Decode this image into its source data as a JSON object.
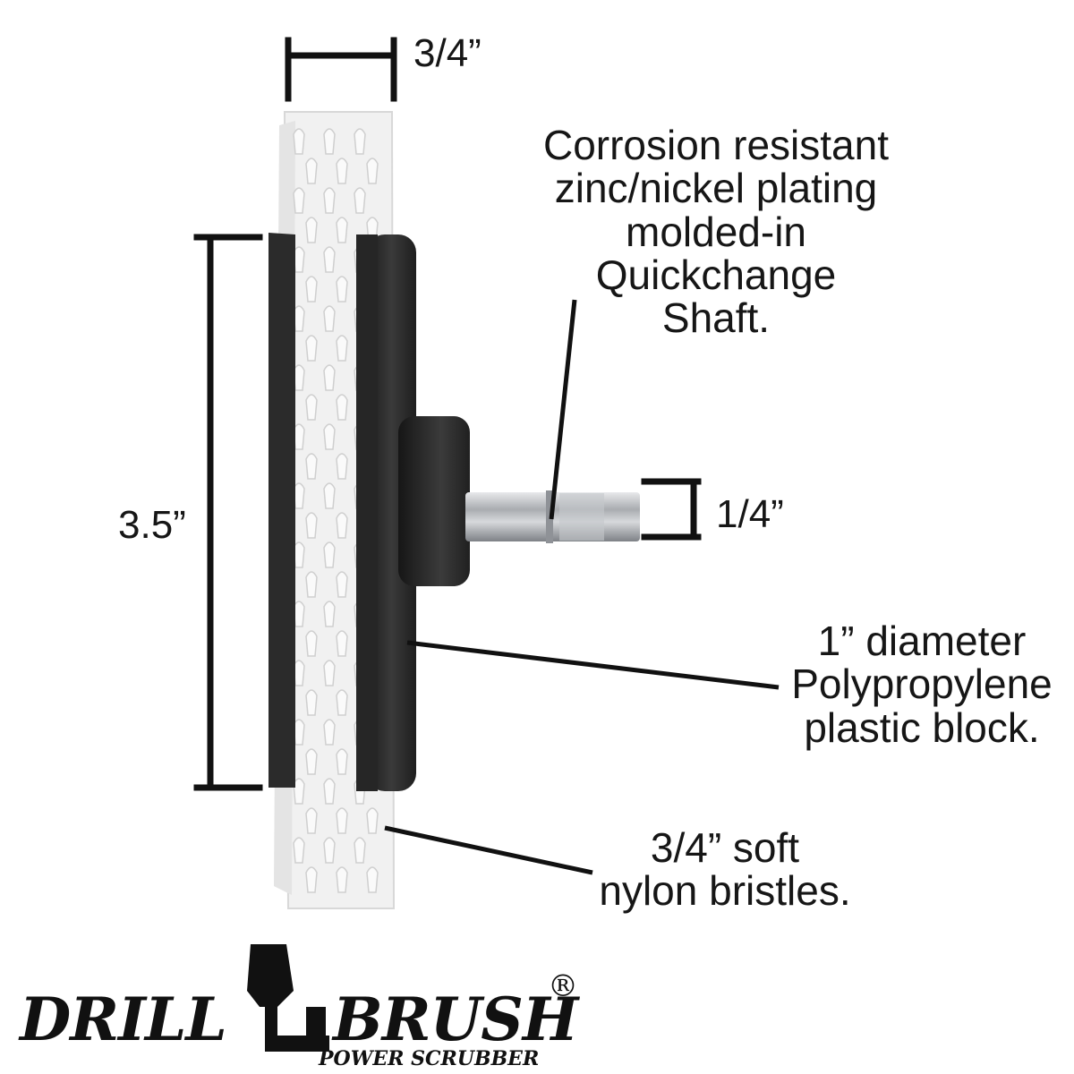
{
  "dimensions": {
    "top_width": "3/4”",
    "height": "3.5”",
    "shaft": "1/4”"
  },
  "callouts": {
    "shaft": [
      "Corrosion resistant",
      "zinc/nickel plating",
      "molded-in",
      "Quickchange",
      "Shaft."
    ],
    "block": [
      "1” diameter",
      "Polypropylene",
      "plastic block."
    ],
    "bristles": [
      "3/4” soft",
      "nylon bristles."
    ]
  },
  "logo": {
    "word_left": "DRILL",
    "word_right": "BRUSH",
    "tagline": "POWER SCRUBBER",
    "registered": "®"
  },
  "colors": {
    "ink": "#161616",
    "bristle": "#f3f3f3",
    "block": "#2a2a2a",
    "shaft": "#b9bcc0"
  }
}
